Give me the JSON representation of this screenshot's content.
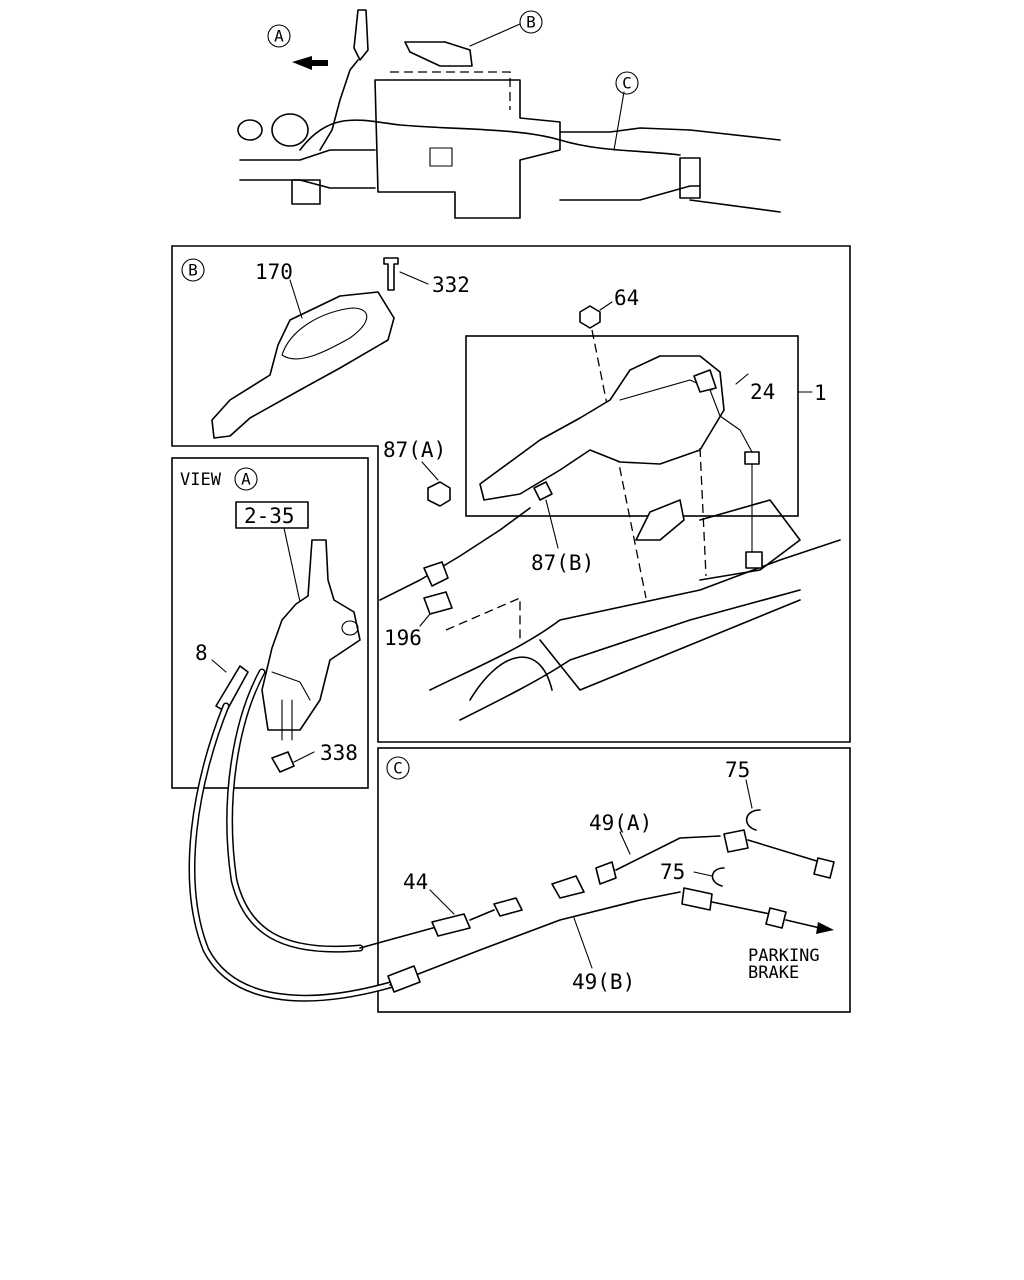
{
  "overview": {
    "callouts": [
      "A",
      "B",
      "C"
    ]
  },
  "panel_b": {
    "badge": "B",
    "labels": {
      "p170": "170",
      "p332": "332",
      "p64": "64",
      "p24": "24",
      "p1": "1",
      "p87a": "87(A)",
      "p87b": "87(B)",
      "p196": "196"
    }
  },
  "panel_view_a": {
    "prefix": "VIEW",
    "badge": "A",
    "labels": {
      "p2_35": "2-35",
      "p8": "8",
      "p338": "338"
    }
  },
  "panel_c": {
    "badge": "C",
    "labels": {
      "p75_top": "75",
      "p75_mid": "75",
      "p49a": "49(A)",
      "p49b": "49(B)",
      "p44": "44"
    },
    "note_line1": "PARKING",
    "note_line2": "BRAKE"
  }
}
